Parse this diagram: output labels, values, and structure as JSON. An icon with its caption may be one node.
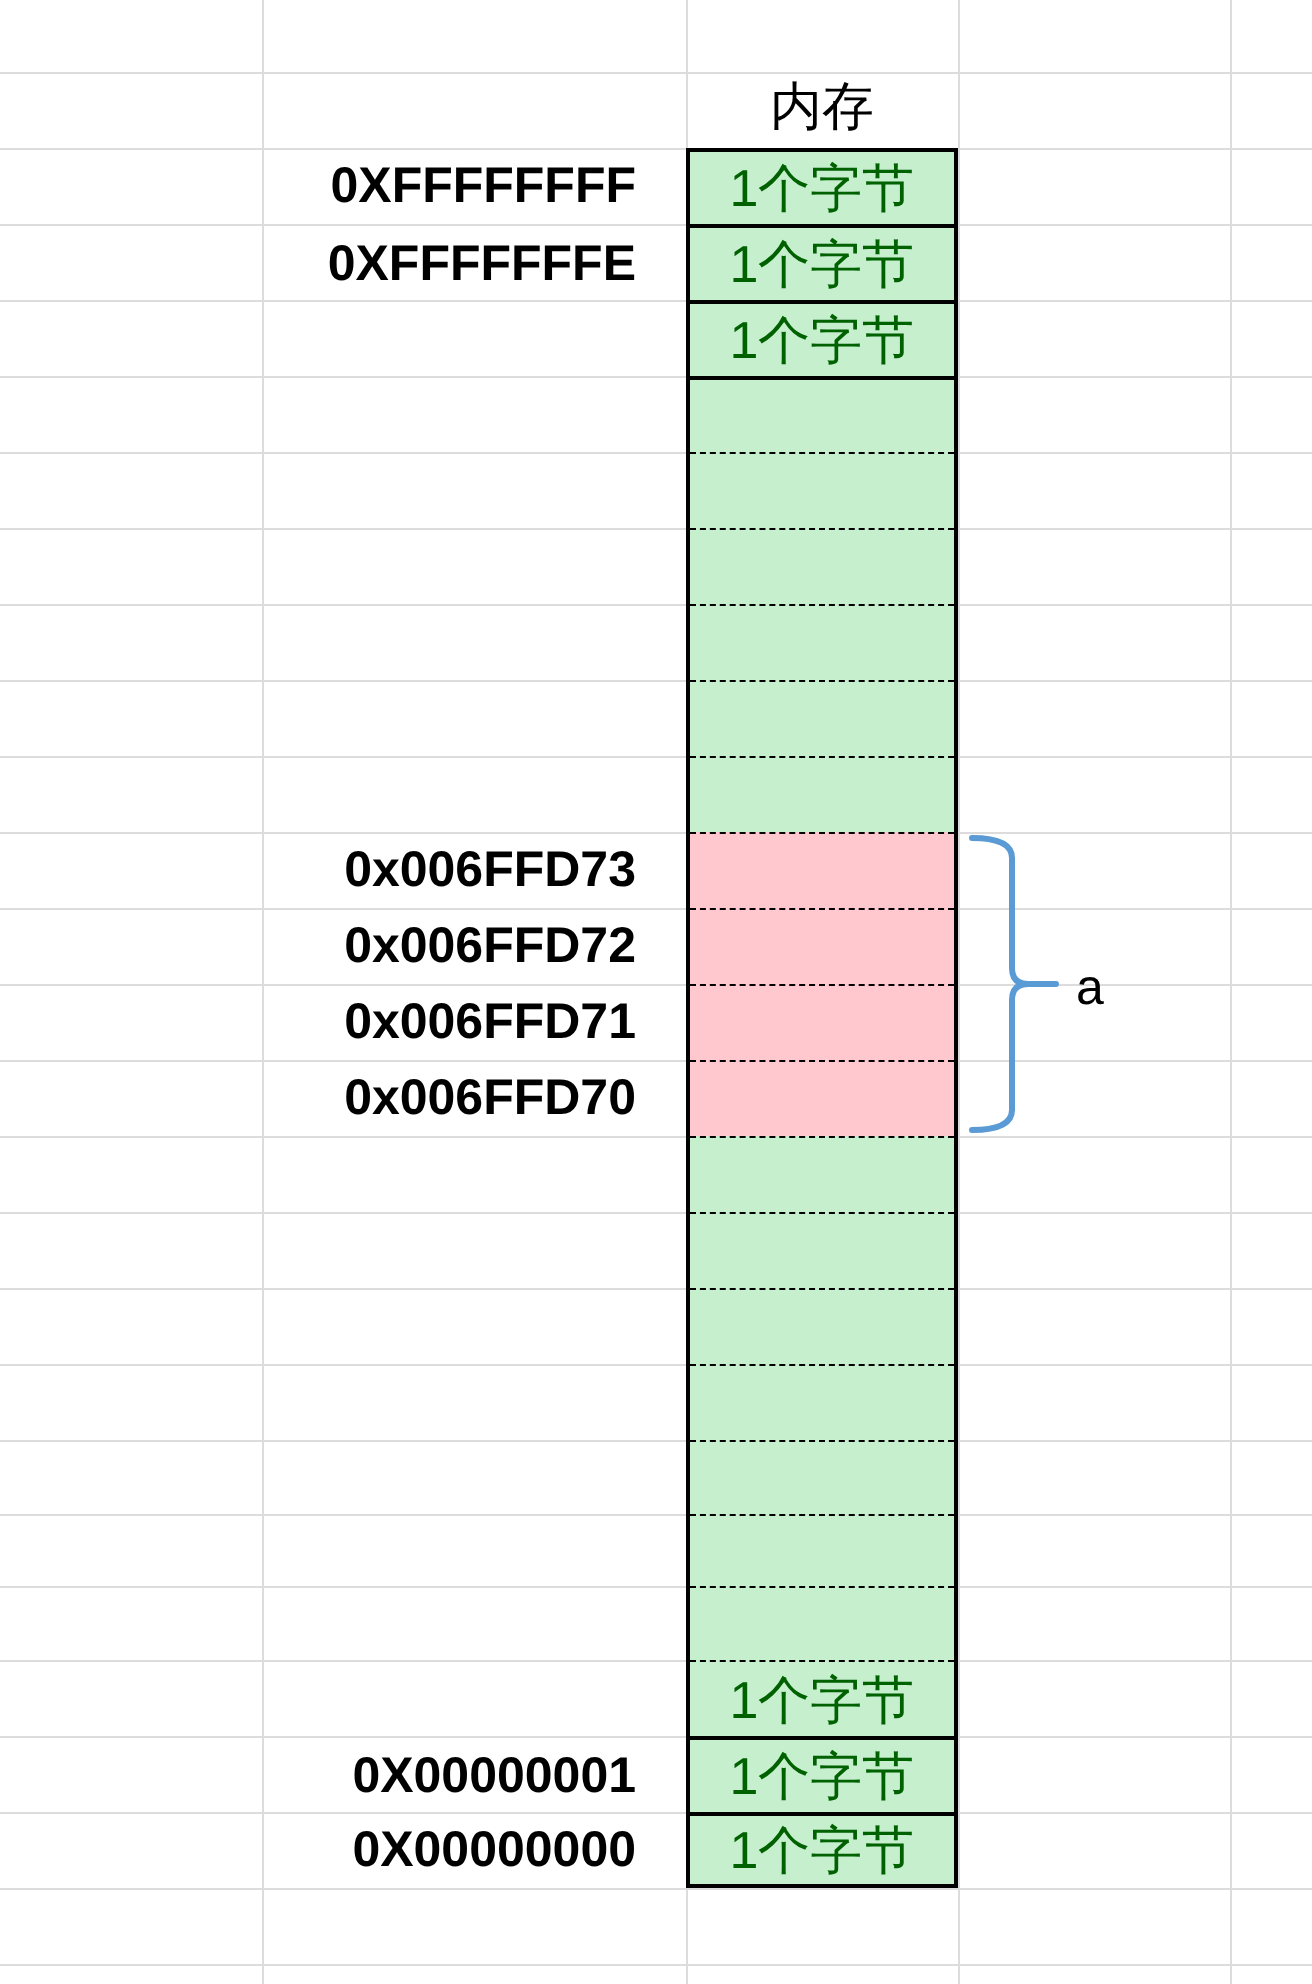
{
  "diagram": {
    "nodes": [
      {
        "text": [
          "内存"
        ]
      },
      {
        "text": [
          "1个字节"
        ],
        "in": 0,
        "beside": [
          "0XFFFFFFFF"
        ]
      },
      {
        "text": [
          "1个字节"
        ],
        "in": 0,
        "beside": [
          "0XFFFFFFFE"
        ]
      },
      {
        "text": [
          "1个字节"
        ],
        "in": 0
      },
      {
        "text": [],
        "shape": "box",
        "in": 0
      },
      {
        "text": [],
        "shape": "box",
        "in": 0
      },
      {
        "text": [],
        "shape": "box",
        "in": 0
      },
      {
        "text": [],
        "shape": "box",
        "in": 0
      },
      {
        "text": [],
        "shape": "box",
        "in": 0
      },
      {
        "text": [],
        "shape": "box",
        "in": 0
      },
      {
        "text": [],
        "shape": "box",
        "in": 0,
        "beside": [
          "0x006FFD73"
        ]
      },
      {
        "text": [],
        "shape": "box",
        "in": 0,
        "beside": [
          "0x006FFD72"
        ]
      },
      {
        "text": [],
        "shape": "box",
        "in": 0,
        "beside": [
          "0x006FFD71"
        ]
      },
      {
        "text": [],
        "shape": "box",
        "in": 0,
        "beside": [
          "0x006FFD70"
        ]
      },
      {
        "text": [],
        "shape": "box",
        "in": 0
      },
      {
        "text": [],
        "shape": "box",
        "in": 0
      },
      {
        "text": [],
        "shape": "box",
        "in": 0
      },
      {
        "text": [],
        "shape": "box",
        "in": 0
      },
      {
        "text": [],
        "shape": "box",
        "in": 0
      },
      {
        "text": [],
        "shape": "box",
        "in": 0
      },
      {
        "text": [],
        "shape": "box",
        "in": 0
      },
      {
        "text": [
          "1个字节"
        ],
        "in": 0
      },
      {
        "text": [
          "1个字节"
        ],
        "in": 0,
        "beside": [
          "0X00000001"
        ]
      },
      {
        "text": [
          "1个字节"
        ],
        "in": 0,
        "beside": [
          "0X00000000"
        ]
      }
    ],
    "labels": [
      "a"
    ]
  }
}
